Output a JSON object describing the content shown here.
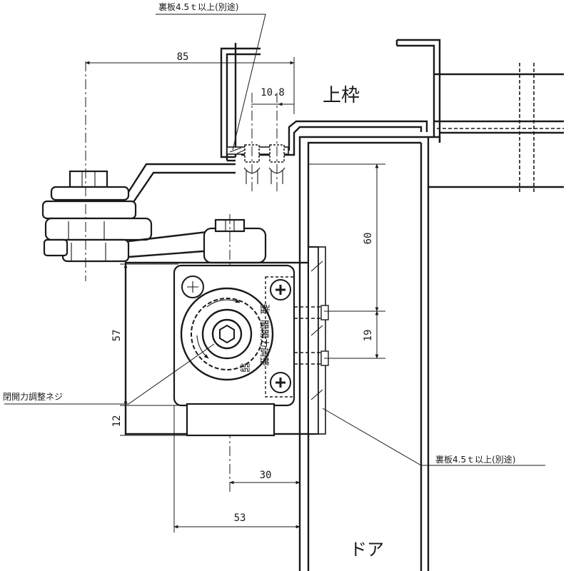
{
  "labels": {
    "back_plate_top": "裏板4.5ｔ以上(別途)",
    "back_plate_bottom": "裏板4.5ｔ以上(別途)",
    "upper_frame": "上枠",
    "door": "ドア",
    "adjust_screw": "閉開力調整ネジ",
    "dial_strong": "強",
    "dial_weak": "弱",
    "dial_adjust": "開閉力調整"
  },
  "dimensions": {
    "d85": "85",
    "d10_8": "10.8",
    "d60": "60",
    "d19": "19",
    "d57": "57",
    "d12": "12",
    "d30": "30",
    "d53": "53"
  }
}
